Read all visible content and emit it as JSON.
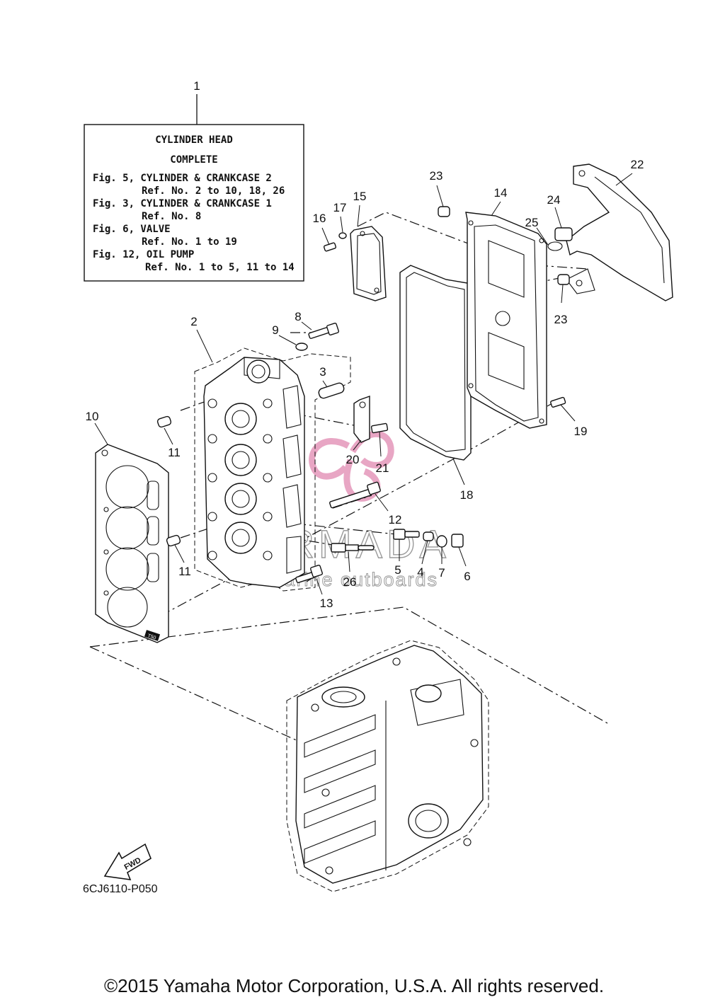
{
  "note_box": {
    "callout": "1",
    "lines": [
      "CYLINDER HEAD",
      "COMPLETE",
      "Fig. 5, CYLINDER & CRANKCASE 2",
      "Ref. No. 2 to 10, 18, 26",
      "Fig. 3, CYLINDER & CRANKCASE 1",
      "Ref. No. 8",
      "Fig. 6, VALVE",
      "Ref. No. 1 to 19",
      "Fig. 12, OIL PUMP",
      "Ref. No. 1 to 5, 11 to 14"
    ]
  },
  "callouts": {
    "c2": "2",
    "c3": "3",
    "c4": "4",
    "c5": "5",
    "c6": "6",
    "c7": "7",
    "c8": "8",
    "c9": "9",
    "c10": "10",
    "c11a": "11",
    "c11b": "11",
    "c12": "12",
    "c13": "13",
    "c14": "14",
    "c15": "15",
    "c16": "16",
    "c17": "17",
    "c18": "18",
    "c19": "19",
    "c20": "20",
    "c21": "21",
    "c22": "22",
    "c23a": "23",
    "c23b": "23",
    "c24": "24",
    "c25": "25",
    "c26": "26"
  },
  "fwd_label": "FWD",
  "gasket_mark": "T50",
  "figure_code": "6CJ6110-P050",
  "watermark": {
    "brand": "ARMADA",
    "tagline": "marine outboards",
    "color": "#e8a6c4"
  },
  "copyright": "©2015 Yamaha Motor Corporation, U.S.A. All rights reserved."
}
